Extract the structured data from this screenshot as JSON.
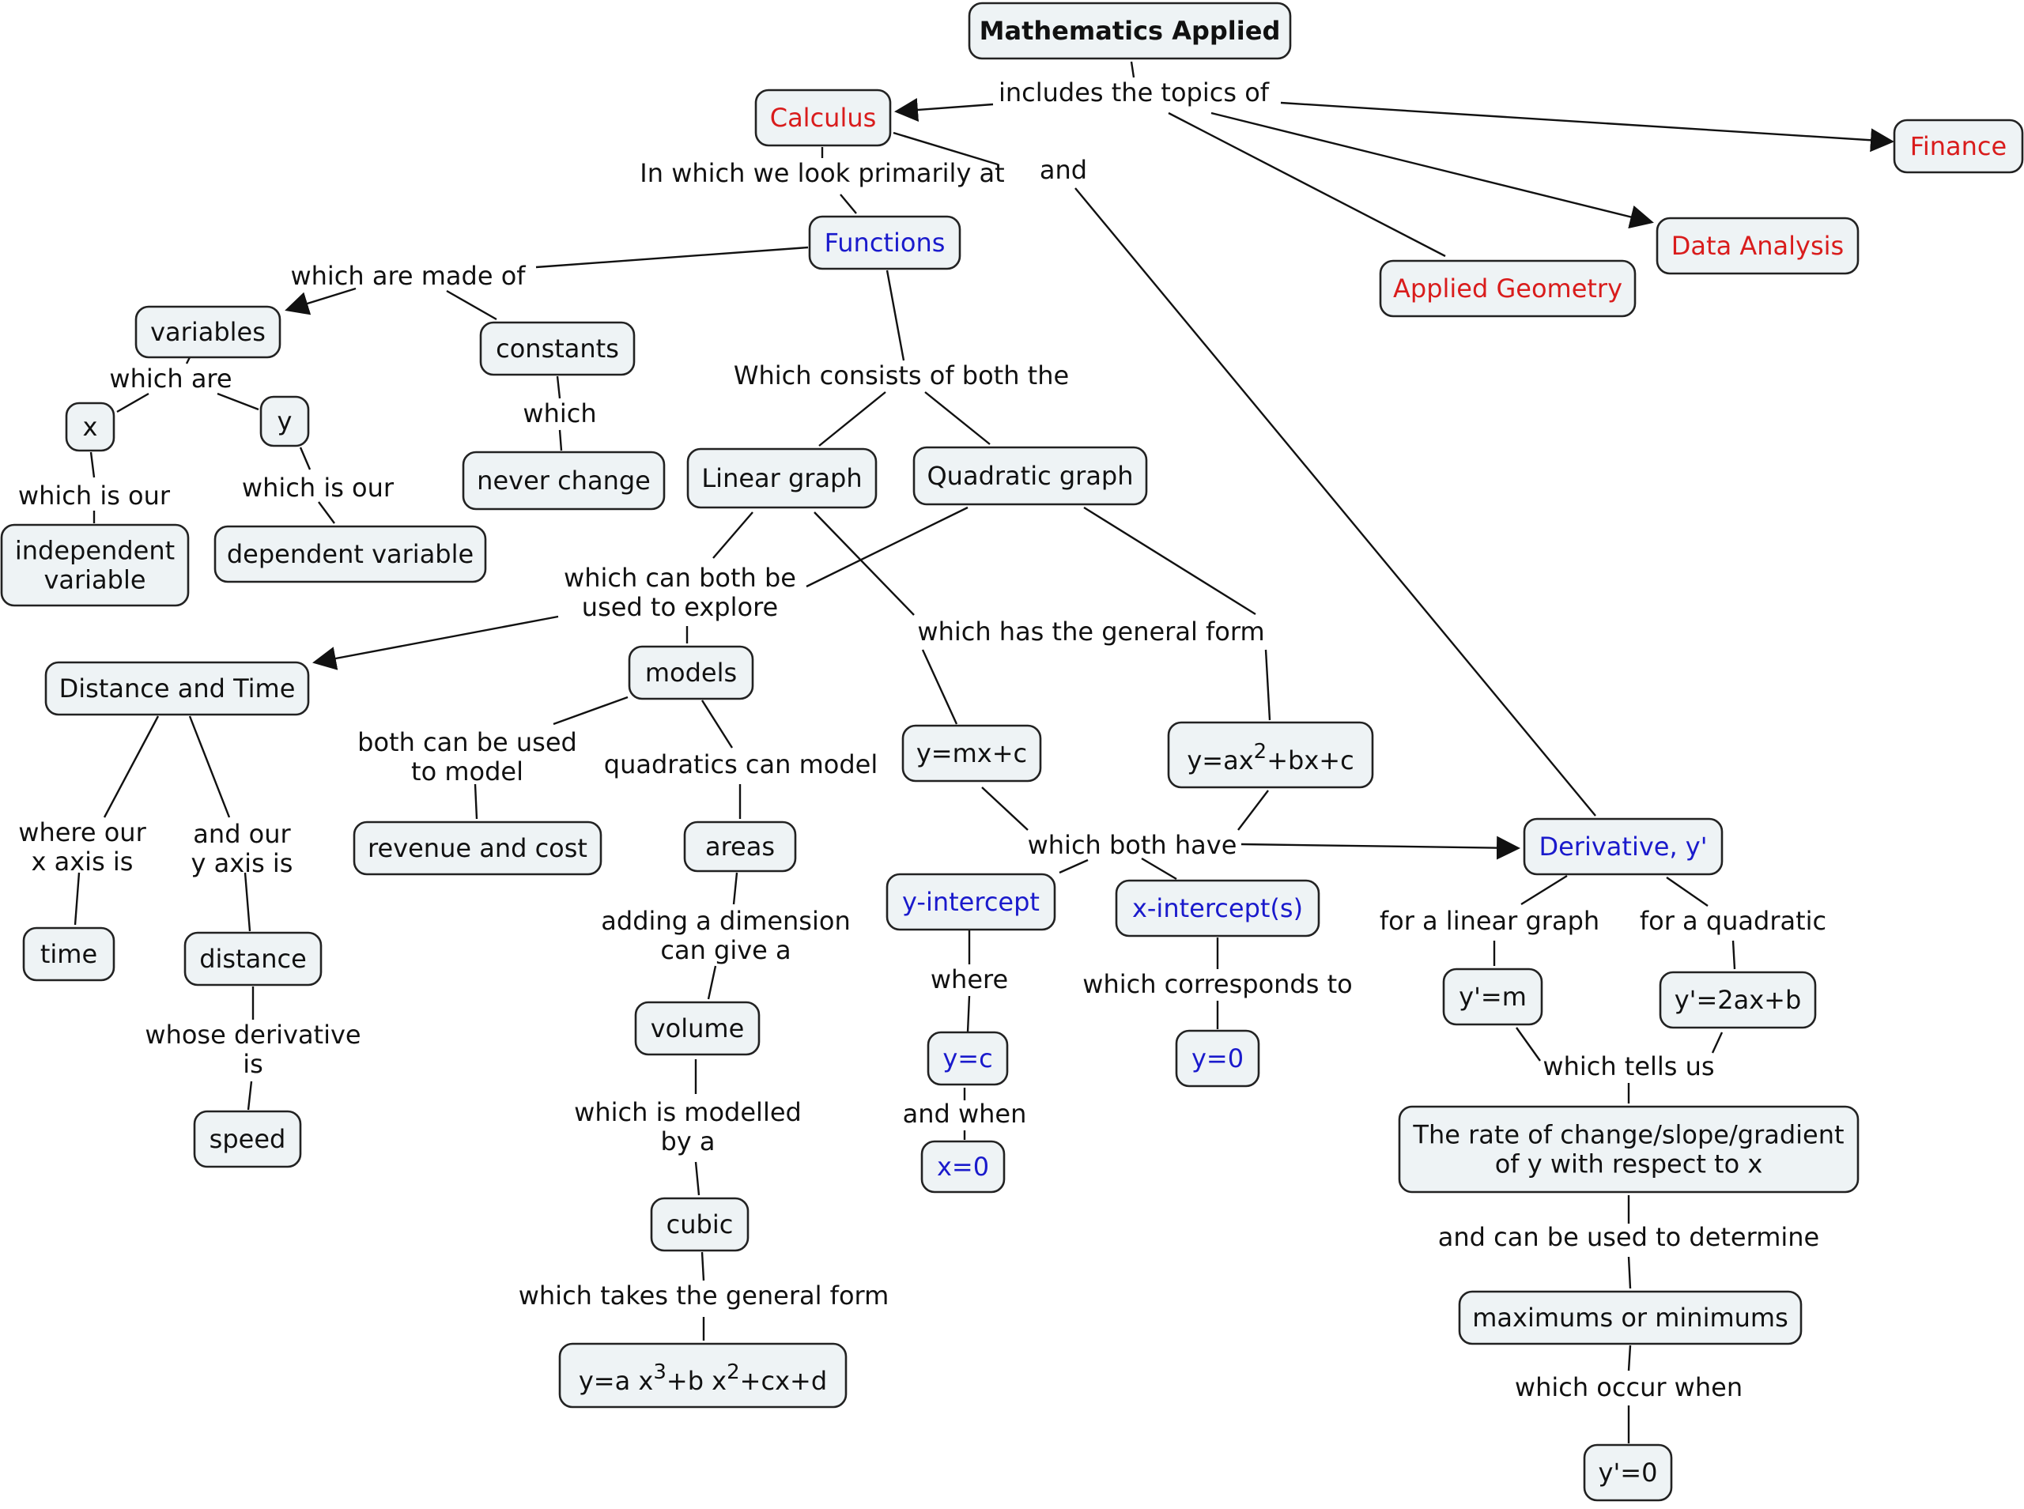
{
  "diagram": {
    "nodes": {
      "root": {
        "lines": [
          "Mathematics Applied"
        ],
        "style": "bold"
      },
      "calculus": {
        "lines": [
          "Calculus"
        ],
        "color": "red"
      },
      "finance": {
        "lines": [
          "Finance"
        ],
        "color": "red"
      },
      "data_analysis": {
        "lines": [
          "Data Analysis"
        ],
        "color": "red"
      },
      "applied_geometry": {
        "lines": [
          "Applied Geometry"
        ],
        "color": "red"
      },
      "functions": {
        "lines": [
          "Functions"
        ],
        "color": "blue"
      },
      "variables": {
        "lines": [
          "variables"
        ]
      },
      "constants": {
        "lines": [
          "constants"
        ]
      },
      "x": {
        "lines": [
          "x"
        ]
      },
      "y": {
        "lines": [
          "y"
        ]
      },
      "independent_variable": {
        "lines": [
          "independent",
          "variable"
        ]
      },
      "dependent_variable": {
        "lines": [
          "dependent variable"
        ]
      },
      "never_change": {
        "lines": [
          "never change"
        ]
      },
      "linear_graph": {
        "lines": [
          "Linear graph"
        ]
      },
      "quadratic_graph": {
        "lines": [
          "Quadratic graph"
        ]
      },
      "distance_and_time": {
        "lines": [
          "Distance and Time"
        ]
      },
      "models": {
        "lines": [
          "models"
        ]
      },
      "y_mx_c": {
        "lines": [
          "y=mx+c"
        ]
      },
      "quadratic_form": {
        "base": "y=ax",
        "sup": "2",
        "rest": "+bx+c"
      },
      "revenue_and_cost": {
        "lines": [
          "revenue and cost"
        ]
      },
      "areas": {
        "lines": [
          "areas"
        ]
      },
      "time": {
        "lines": [
          "time"
        ]
      },
      "distance": {
        "lines": [
          "distance"
        ]
      },
      "speed": {
        "lines": [
          "speed"
        ]
      },
      "volume": {
        "lines": [
          "volume"
        ]
      },
      "cubic": {
        "lines": [
          "cubic"
        ]
      },
      "cubic_form": {
        "p1": "y=a x",
        "s1": "3",
        "p2": "+b x",
        "s2": "2",
        "p3": "+cx+d"
      },
      "y_intercept": {
        "lines": [
          "y-intercept"
        ],
        "color": "blue"
      },
      "x_intercepts": {
        "lines": [
          "x-intercept(s)"
        ],
        "color": "blue"
      },
      "y_eq_c": {
        "lines": [
          "y=c"
        ],
        "color": "blue"
      },
      "x_eq_0": {
        "lines": [
          "x=0"
        ],
        "color": "blue"
      },
      "y_eq_0": {
        "lines": [
          "y=0"
        ],
        "color": "blue"
      },
      "derivative": {
        "lines": [
          "Derivative, y'"
        ],
        "color": "blue"
      },
      "y_prime_m": {
        "lines": [
          "y'=m"
        ]
      },
      "y_prime_2axb": {
        "lines": [
          "y'=2ax+b"
        ]
      },
      "rate_of_change": {
        "lines": [
          "The rate of change/slope/gradient",
          "of y with respect to x"
        ]
      },
      "max_min": {
        "lines": [
          "maximums or minimums"
        ]
      },
      "y_prime_0": {
        "lines": [
          "y'=0"
        ]
      }
    },
    "labels": {
      "includes_topics": [
        "includes the topics of"
      ],
      "look_primarily_at": [
        "In which we look primarily at"
      ],
      "and": [
        "and"
      ],
      "made_of": [
        "which are made of"
      ],
      "which_are": [
        "which are"
      ],
      "which": [
        "which"
      ],
      "consists_of": [
        "Which consists of both the"
      ],
      "which_is_our_x": [
        "which is our"
      ],
      "which_is_our_y": [
        "which is our"
      ],
      "explore": [
        "which can both be",
        "used to explore"
      ],
      "general_form": [
        "which has the general form"
      ],
      "both_model": [
        "both can be used",
        "to model"
      ],
      "quad_model": [
        "quadratics can model"
      ],
      "x_axis": [
        "where our",
        "x axis is"
      ],
      "y_axis": [
        "and our",
        "y axis is"
      ],
      "both_have": [
        "which both have"
      ],
      "add_dimension": [
        "adding a dimension",
        "can give a"
      ],
      "where": [
        "where"
      ],
      "corresponds": [
        "which corresponds to"
      ],
      "for_linear": [
        "for a linear graph"
      ],
      "for_quadratic": [
        "for a quadratic"
      ],
      "derivative_is": [
        "whose derivative",
        "is"
      ],
      "and_when": [
        "and when"
      ],
      "tells_us": [
        "which tells us"
      ],
      "modelled_by": [
        "which is modelled",
        "by a"
      ],
      "determine": [
        "and can be used to determine"
      ],
      "takes_form": [
        "which takes the general form"
      ],
      "occur_when": [
        "which occur when"
      ]
    }
  }
}
